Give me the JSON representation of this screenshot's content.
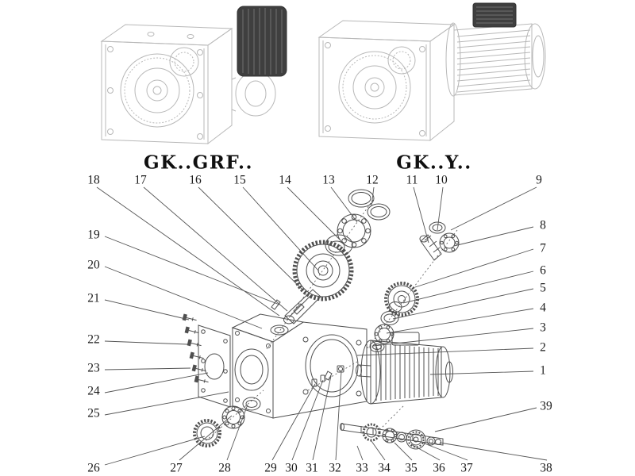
{
  "figure": {
    "left_model_label": "GK..GRF..",
    "right_model_label": "GK..Y.."
  },
  "callouts": {
    "n1": "1",
    "n2": "2",
    "n3": "3",
    "n4": "4",
    "n5": "5",
    "n6": "6",
    "n7": "7",
    "n8": "8",
    "n9": "9",
    "n10": "10",
    "n11": "11",
    "n12": "12",
    "n13": "13",
    "n14": "14",
    "n15": "15",
    "n16": "16",
    "n17": "17",
    "n18": "18",
    "n19": "19",
    "n20": "20",
    "n21": "21",
    "n22": "22",
    "n23": "23",
    "n24": "24",
    "n25": "25",
    "n26": "26",
    "n27": "27",
    "n28": "28",
    "n29": "29",
    "n30": "30",
    "n31": "31",
    "n32": "32",
    "n33": "33",
    "n34": "34",
    "n35": "35",
    "n36": "36",
    "n37": "37",
    "n38": "38",
    "n39": "39"
  },
  "colors": {
    "assembled_line": "#b8b8b8",
    "exploded_line": "#4f4f4f",
    "leader_line": "#555555",
    "dark_cover": "#3f3f3f"
  }
}
